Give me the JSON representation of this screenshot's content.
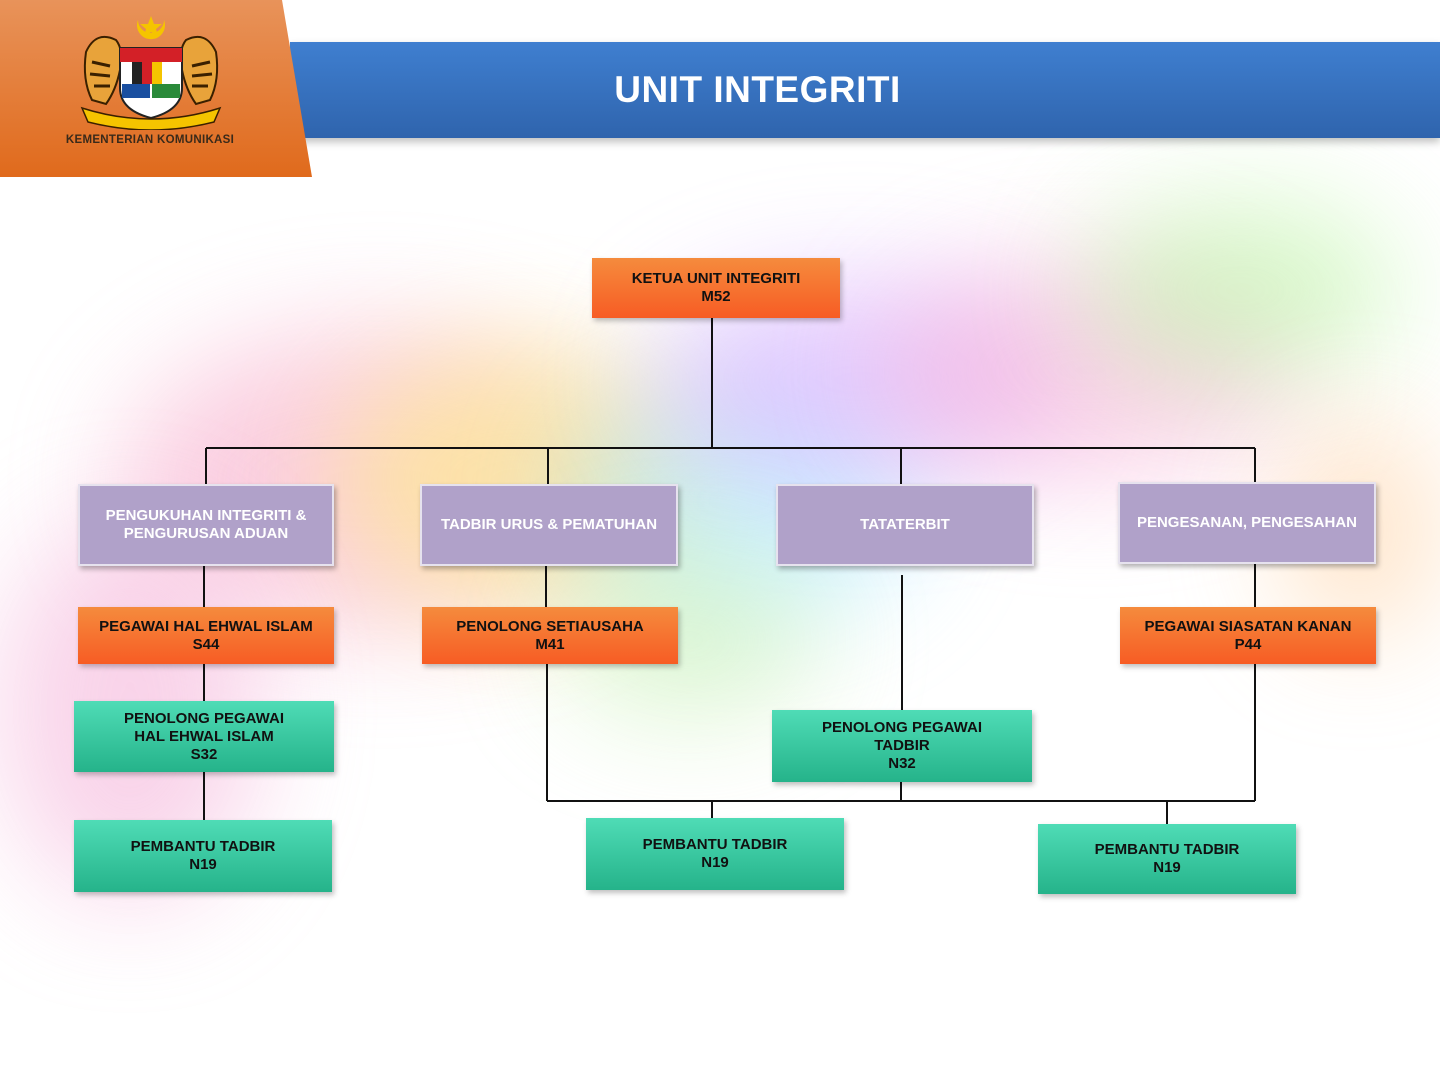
{
  "header": {
    "title": "UNIT INTEGRITI",
    "ministry": "KEMENTERIAN KOMUNIKASI",
    "logo_icon": "malaysia-coat-of-arms-icon"
  },
  "colors": {
    "header_blue": "#3f7fd0",
    "logo_orange": "#e06a1c",
    "box_orange": "#f75c24",
    "box_purple": "#b0a1c9",
    "box_green": "#25b38a"
  },
  "chart": {
    "head": {
      "line1": "KETUA UNIT INTEGRITI",
      "line2": "M52"
    },
    "divisions": [
      {
        "line1": "PENGUKUHAN INTEGRITI &",
        "line2": "PENGURUSAN ADUAN"
      },
      {
        "line1": "TADBIR URUS & PEMATUHAN"
      },
      {
        "line1": "TATATERBIT"
      },
      {
        "line1": "PENGESANAN, PENGESAHAN"
      }
    ],
    "officers": [
      {
        "line1": "PEGAWAI HAL EHWAL ISLAM",
        "line2": "S44"
      },
      {
        "line1": "PENOLONG SETIAUSAHA",
        "line2": "M41"
      },
      {
        "line1": "PEGAWAI SIASATAN KANAN",
        "line2": "P44"
      }
    ],
    "assistants": [
      {
        "line1": "PENOLONG PEGAWAI",
        "line2": "HAL EHWAL ISLAM",
        "line3": "S32"
      },
      {
        "line1": "PENOLONG PEGAWAI",
        "line2": "TADBIR",
        "line3": "N32"
      }
    ],
    "clerks": [
      {
        "line1": "PEMBANTU TADBIR",
        "line2": "N19"
      },
      {
        "line1": "PEMBANTU TADBIR",
        "line2": "N19"
      },
      {
        "line1": "PEMBANTU TADBIR",
        "line2": "N19"
      }
    ]
  }
}
